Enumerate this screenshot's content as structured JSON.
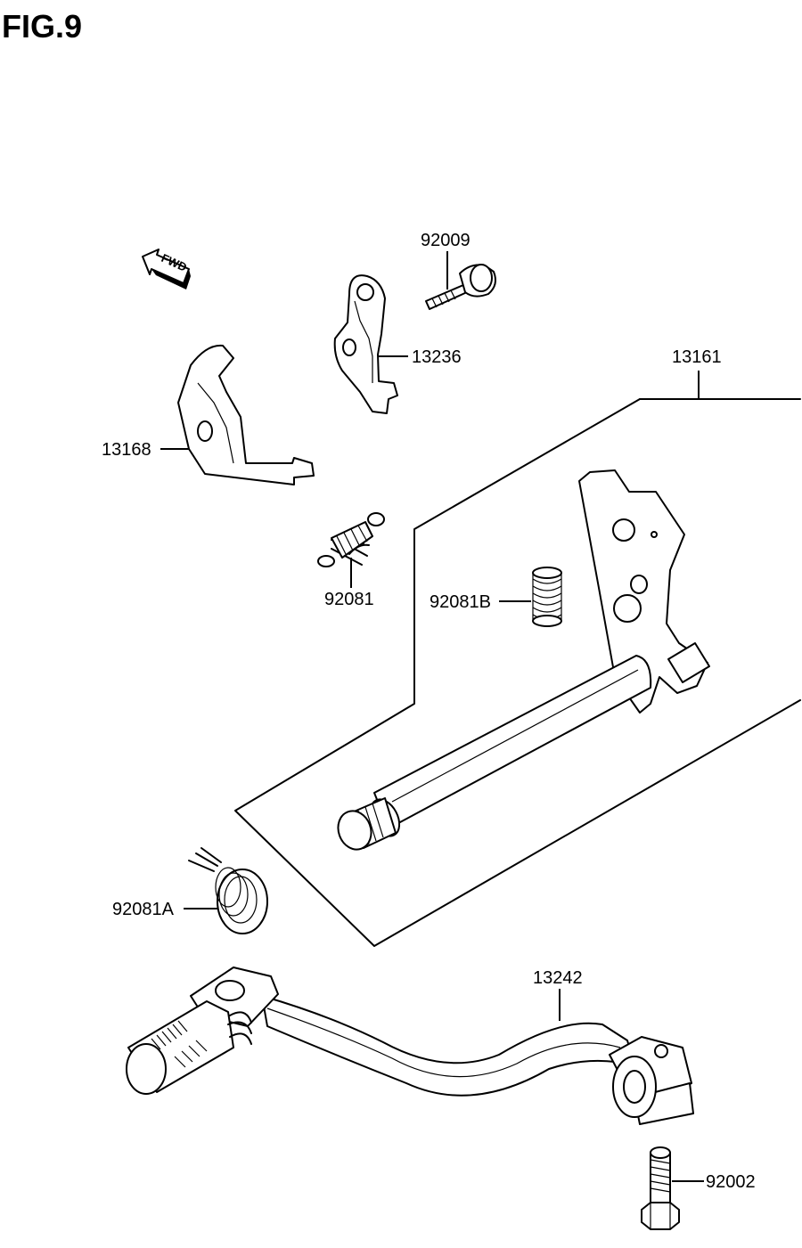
{
  "figure": {
    "title": "FIG.9",
    "direction_label": "FWD"
  },
  "parts": [
    {
      "number": "92009"
    },
    {
      "number": "13236"
    },
    {
      "number": "13161"
    },
    {
      "number": "13168"
    },
    {
      "number": "92081"
    },
    {
      "number": "92081B"
    },
    {
      "number": "92081A"
    },
    {
      "number": "13242"
    },
    {
      "number": "92002"
    }
  ]
}
